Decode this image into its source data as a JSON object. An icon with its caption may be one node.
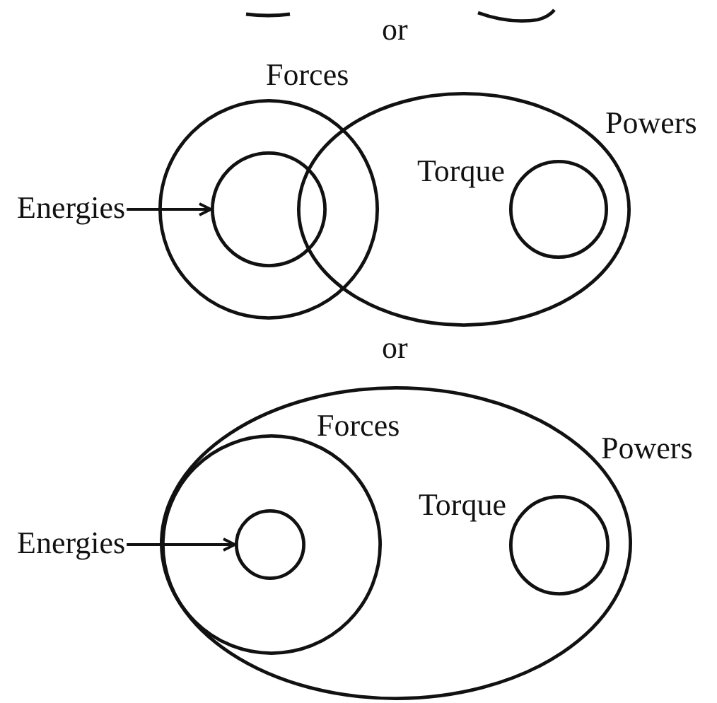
{
  "diagram": {
    "nodes": [
      {
        "text": [
          "Forces"
        ]
      },
      {
        "text": [
          "Powers"
        ]
      },
      {
        "text": [
          "Torque"
        ],
        "in": 1
      },
      {
        "text": [
          "Energies"
        ]
      },
      {
        "text": [],
        "shape": "circle",
        "in": 0
      },
      {
        "text": [
          "Powers"
        ]
      },
      {
        "text": [
          "Forces"
        ],
        "in": 5
      },
      {
        "text": [
          "Torque"
        ],
        "in": 5
      },
      {
        "text": [
          "Energies"
        ]
      },
      {
        "text": [],
        "shape": "circle",
        "in": 6
      }
    ],
    "edges": [
      {
        "from": 3,
        "to": 4,
        "arrow": "to"
      },
      {
        "from": 8,
        "to": 9,
        "arrow": "to"
      }
    ],
    "labels": [
      "or",
      "or"
    ]
  }
}
